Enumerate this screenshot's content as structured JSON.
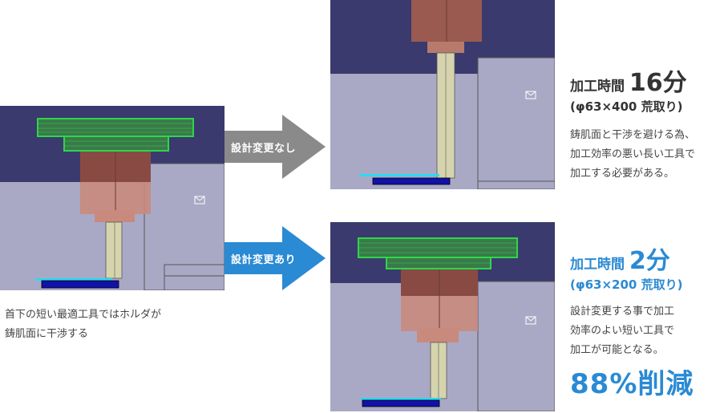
{
  "left": {
    "caption_line1": "首下の短い最適工具ではホルダが",
    "caption_line2": "鋳肌面に干渉する"
  },
  "arrows": {
    "no_change": "設計変更なし",
    "with_change": "設計変更あり",
    "no_change_color": "#8a8a8a",
    "with_change_color": "#2a8ad3"
  },
  "top_result": {
    "label": "加工時間",
    "time": "16分",
    "condition": "(φ63×400 荒取り)",
    "desc_line1": "鋳肌面と干渉を避ける為、",
    "desc_line2": "加工効率の悪い長い工具で",
    "desc_line3": "加工する必要がある。"
  },
  "bottom_result": {
    "label": "加工時間",
    "time": "2分",
    "condition": "(φ63×200 荒取り)",
    "desc_line1": "設計変更する事で加工",
    "desc_line2": "効率のよい短い工具で",
    "desc_line3": "加工が可能となる。",
    "reduction": "88%削減"
  },
  "colors": {
    "navy": "#3a3a6e",
    "part_gray": "#a9a9c6",
    "holder_green": "#2fd64a",
    "spindle": "#9a5a50",
    "tool": "#d6d4ae",
    "cyan": "#30d8f0",
    "base_blue": "#1212a8",
    "accent_blue": "#2a8ad3"
  }
}
